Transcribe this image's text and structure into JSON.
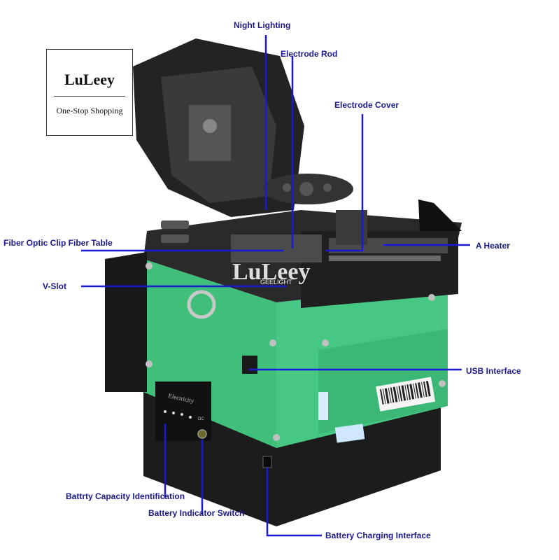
{
  "brand": {
    "name": "LuLeey",
    "tagline": "One-Stop Shopping"
  },
  "watermark": {
    "main": "LuLeey",
    "sub": "GEELIGHT"
  },
  "device": {
    "panel_text": "Electricity",
    "port_text": "DC"
  },
  "colors": {
    "accent_line": "#1a1ad6",
    "label": "#1a1a8c",
    "body_green": "#3fbf7a",
    "body_black": "#1b1b1b"
  },
  "callouts": {
    "night_lighting": "Night Lighting",
    "electrode_rod": "Electrode Rod",
    "electrode_cover": "Electrode Cover",
    "fiber_clip": "Fiber Optic Clip Fiber Table",
    "heater": "A Heater",
    "v_slot": "V-Slot",
    "usb": "USB Interface",
    "battery_capacity": "Battrty Capacity Identification",
    "battery_switch": "Battery Indicator Switch",
    "battery_charging": "Battery Charging Interface"
  }
}
